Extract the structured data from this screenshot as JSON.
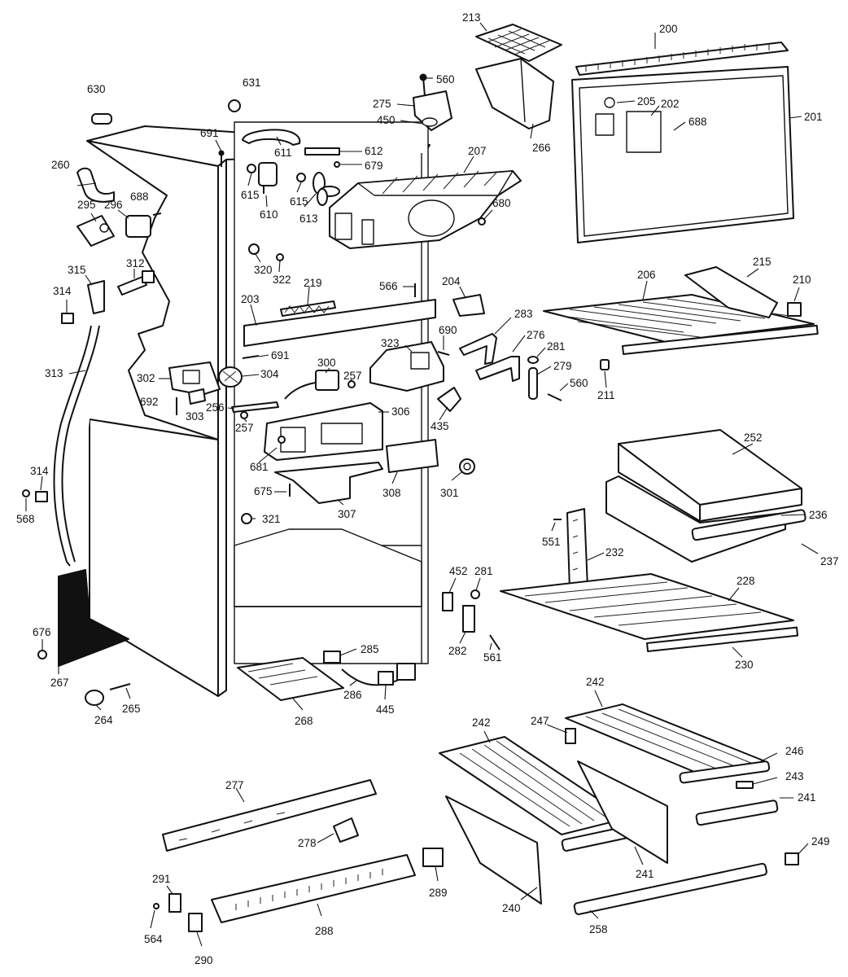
{
  "labels": [
    {
      "id": "p213",
      "text": "213"
    },
    {
      "id": "p200",
      "text": "200"
    },
    {
      "id": "p560a",
      "text": "560"
    },
    {
      "id": "p275",
      "text": "275"
    },
    {
      "id": "p450",
      "text": "450"
    },
    {
      "id": "p266",
      "text": "266"
    },
    {
      "id": "p205",
      "text": "205"
    },
    {
      "id": "p202",
      "text": "202"
    },
    {
      "id": "p688a",
      "text": "688"
    },
    {
      "id": "p201",
      "text": "201"
    },
    {
      "id": "p630",
      "text": "630"
    },
    {
      "id": "p631",
      "text": "631"
    },
    {
      "id": "p691a",
      "text": "691"
    },
    {
      "id": "p611",
      "text": "611"
    },
    {
      "id": "p612",
      "text": "612"
    },
    {
      "id": "p679",
      "text": "679"
    },
    {
      "id": "p207",
      "text": "207"
    },
    {
      "id": "p260",
      "text": "260"
    },
    {
      "id": "p615a",
      "text": "615"
    },
    {
      "id": "p615b",
      "text": "615"
    },
    {
      "id": "p610",
      "text": "610"
    },
    {
      "id": "p613",
      "text": "613"
    },
    {
      "id": "p680",
      "text": "680"
    },
    {
      "id": "p295",
      "text": "295"
    },
    {
      "id": "p296",
      "text": "296"
    },
    {
      "id": "p688b",
      "text": "688"
    },
    {
      "id": "p315",
      "text": "315"
    },
    {
      "id": "p312",
      "text": "312"
    },
    {
      "id": "p314a",
      "text": "314"
    },
    {
      "id": "p320",
      "text": "320"
    },
    {
      "id": "p322",
      "text": "322"
    },
    {
      "id": "p219",
      "text": "219"
    },
    {
      "id": "p566",
      "text": "566"
    },
    {
      "id": "p204",
      "text": "204"
    },
    {
      "id": "p206",
      "text": "206"
    },
    {
      "id": "p215",
      "text": "215"
    },
    {
      "id": "p210",
      "text": "210"
    },
    {
      "id": "p203",
      "text": "203"
    },
    {
      "id": "p283",
      "text": "283"
    },
    {
      "id": "p690",
      "text": "690"
    },
    {
      "id": "p323",
      "text": "323"
    },
    {
      "id": "p276",
      "text": "276"
    },
    {
      "id": "p281a",
      "text": "281"
    },
    {
      "id": "p691b",
      "text": "691"
    },
    {
      "id": "p313",
      "text": "313"
    },
    {
      "id": "p300",
      "text": "300"
    },
    {
      "id": "p279",
      "text": "279"
    },
    {
      "id": "p302",
      "text": "302"
    },
    {
      "id": "p304",
      "text": "304"
    },
    {
      "id": "p257a",
      "text": "257"
    },
    {
      "id": "p560b",
      "text": "560"
    },
    {
      "id": "p211",
      "text": "211"
    },
    {
      "id": "p692",
      "text": "692"
    },
    {
      "id": "p303",
      "text": "303"
    },
    {
      "id": "p256",
      "text": "256"
    },
    {
      "id": "p306",
      "text": "306"
    },
    {
      "id": "p257b",
      "text": "257"
    },
    {
      "id": "p435",
      "text": "435"
    },
    {
      "id": "p252",
      "text": "252"
    },
    {
      "id": "p681",
      "text": "681"
    },
    {
      "id": "p314b",
      "text": "314"
    },
    {
      "id": "p675",
      "text": "675"
    },
    {
      "id": "p308",
      "text": "308"
    },
    {
      "id": "p301",
      "text": "301"
    },
    {
      "id": "p568",
      "text": "568"
    },
    {
      "id": "p307",
      "text": "307"
    },
    {
      "id": "p236",
      "text": "236"
    },
    {
      "id": "p321",
      "text": "321"
    },
    {
      "id": "p551",
      "text": "551"
    },
    {
      "id": "p232",
      "text": "232"
    },
    {
      "id": "p237",
      "text": "237"
    },
    {
      "id": "p452",
      "text": "452"
    },
    {
      "id": "p281b",
      "text": "281"
    },
    {
      "id": "p228",
      "text": "228"
    },
    {
      "id": "p676",
      "text": "676"
    },
    {
      "id": "p285",
      "text": "285"
    },
    {
      "id": "p282",
      "text": "282"
    },
    {
      "id": "p561",
      "text": "561"
    },
    {
      "id": "p230",
      "text": "230"
    },
    {
      "id": "p267",
      "text": "267"
    },
    {
      "id": "p286",
      "text": "286"
    },
    {
      "id": "p242a",
      "text": "242"
    },
    {
      "id": "p265",
      "text": "265"
    },
    {
      "id": "p264",
      "text": "264"
    },
    {
      "id": "p445",
      "text": "445"
    },
    {
      "id": "p268",
      "text": "268"
    },
    {
      "id": "p242b",
      "text": "242"
    },
    {
      "id": "p247",
      "text": "247"
    },
    {
      "id": "p246",
      "text": "246"
    },
    {
      "id": "p243",
      "text": "243"
    },
    {
      "id": "p277",
      "text": "277"
    },
    {
      "id": "p241a",
      "text": "241"
    },
    {
      "id": "p249",
      "text": "249"
    },
    {
      "id": "p278",
      "text": "278"
    },
    {
      "id": "p241b",
      "text": "241"
    },
    {
      "id": "p289",
      "text": "289"
    },
    {
      "id": "p291",
      "text": "291"
    },
    {
      "id": "p240",
      "text": "240"
    },
    {
      "id": "p288",
      "text": "288"
    },
    {
      "id": "p564",
      "text": "564"
    },
    {
      "id": "p258",
      "text": "258"
    },
    {
      "id": "p290",
      "text": "290"
    }
  ]
}
